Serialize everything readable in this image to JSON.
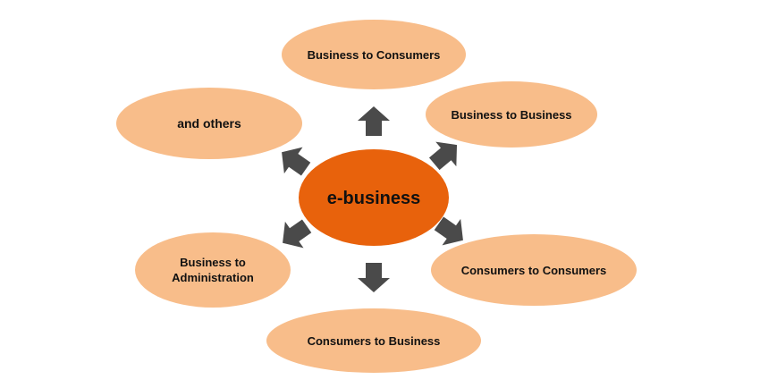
{
  "center": {
    "label": "e-business"
  },
  "nodes": {
    "b2c": "Business to Consumers",
    "b2b": "Business to Business",
    "c2c": "Consumers to Consumers",
    "c2b": "Consumers to Business",
    "b2a_line1": "Business to",
    "b2a_line2": "Administration",
    "others": "and others"
  },
  "colors": {
    "center": "#E8620C",
    "node": "#F8BD8A",
    "arrow": "#4A4A4A"
  }
}
